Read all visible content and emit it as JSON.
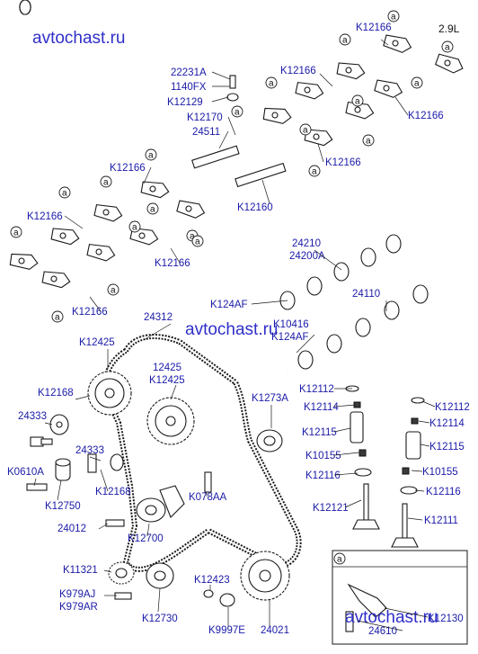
{
  "watermark": "avtochast.ru",
  "engine": "2.9L",
  "callout": "a",
  "labels": {
    "p22231a": "22231A",
    "p1140fx": "1140FX",
    "p12129": "K12129",
    "p12170": "K12170",
    "p24511": "24511",
    "p12160": "K12160",
    "k12166": "K12166",
    "p24210": "24210",
    "p24200a": "24200A",
    "p124af": "K124AF",
    "p24110": "24110",
    "p10416": "K10416",
    "p124af_b": "K124AF",
    "p24312": "24312",
    "p12425": "K12425",
    "p12425_n": "12425",
    "p12425_k": "K12425",
    "p12168": "K12168",
    "p24333": "24333",
    "p1273a": "K1273A",
    "p12112": "K12112",
    "p12114": "K12114",
    "p12115": "K12115",
    "p10155": "K10155",
    "p12116": "K12116",
    "p12121": "K12121",
    "p12111": "K12111",
    "p0610a": "K0610A",
    "p12750": "K12750",
    "p24333_b": "24333",
    "p12168_b": "K12168",
    "p078aa": "K078AA",
    "p24012": "24012",
    "p12700": "K12700",
    "p11321": "K11321",
    "p979aj": "K979AJ",
    "p979ar": "K979AR",
    "p12730": "K12730",
    "p12423": "K12423",
    "p9997e": "K9997E",
    "p24021": "24021",
    "p24610": "24610",
    "p12130": "K12130"
  }
}
